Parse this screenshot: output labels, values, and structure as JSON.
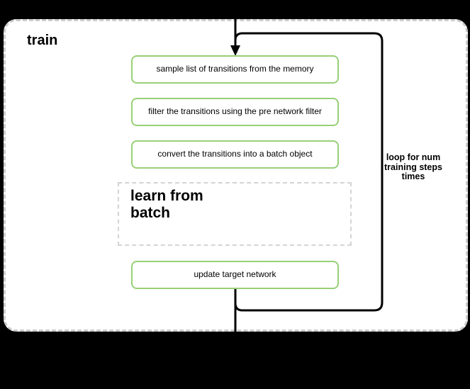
{
  "colors": {
    "bg": "#000000",
    "text": "#000000",
    "container-fill": "#ffffff",
    "container-border": "#cccccc",
    "node-fill": "#ffffff",
    "node-border": "#97d077",
    "subprocess-border": "#d4d4d4",
    "connector": "#000000"
  },
  "diagram": {
    "title": "train",
    "steps": [
      "sample list of transitions from the memory",
      "filter the transitions using the pre network filter",
      "convert the transitions into a batch object"
    ],
    "subprocess_label": "learn from\nbatch",
    "final_step": "update target network",
    "loop_label": "loop for num\ntraining steps\ntimes"
  }
}
